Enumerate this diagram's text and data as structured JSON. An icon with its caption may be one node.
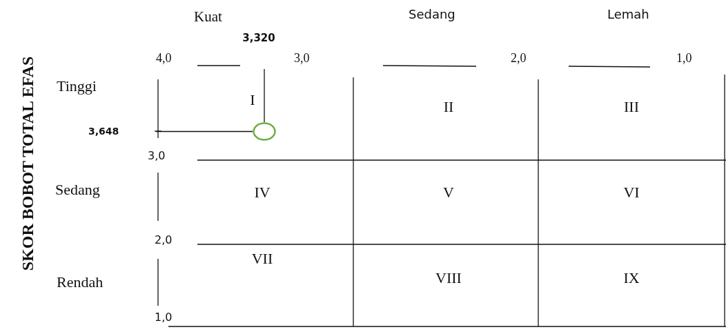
{
  "diagram": {
    "nodes": [
      {
        "text": [
          "3,320"
        ]
      },
      {
        "text": [
          "I"
        ]
      },
      {
        "text": [
          "II"
        ]
      },
      {
        "text": [
          "III"
        ]
      },
      {
        "text": [
          "3,648"
        ]
      },
      {
        "text": [],
        "shape": "circle"
      },
      {
        "text": [
          "IV"
        ]
      },
      {
        "text": [
          "V"
        ]
      },
      {
        "text": [
          "VI"
        ]
      },
      {
        "text": [
          "VII"
        ]
      },
      {
        "text": [
          "VIII"
        ]
      },
      {
        "text": [
          "IX"
        ]
      }
    ],
    "edges": [
      {
        "from": 0,
        "to": 5,
        "arrow": "none"
      },
      {
        "from": 4,
        "to": 5,
        "arrow": "none"
      }
    ],
    "labels": [
      "Kuat",
      "Sedang",
      "Lemah",
      "SKOR BOBOT TOTAL EFAS",
      "4,0",
      "3,0",
      "2,0",
      "1,0",
      "Tinggi",
      "3,0",
      "Sedang",
      "2,0",
      "Rendah",
      "1,0"
    ]
  }
}
